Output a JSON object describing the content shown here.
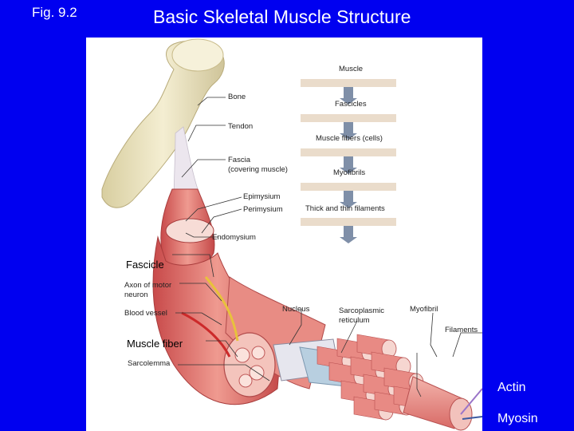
{
  "slide": {
    "fig_label": "Fig. 9.2",
    "title": "Basic Skeletal Muscle Structure"
  },
  "hierarchy": [
    "Muscle",
    "Fascicles",
    "Muscle fibers (cells)",
    "Myofibrils",
    "Thick and thin filaments"
  ],
  "labels": {
    "bone": "Bone",
    "tendon": "Tendon",
    "fascia_line1": "Fascia",
    "fascia_line2": "(covering muscle)",
    "epimysium": "Epimysium",
    "perimysium": "Perimysium",
    "endomysium": "Endomysium",
    "fascicle": "Fascicle",
    "axon_line1": "Axon of motor",
    "axon_line2": "neuron",
    "blood_vessel": "Blood vessel",
    "nucleus": "Nucleus",
    "sarcoplasmic_line1": "Sarcoplasmic",
    "sarcoplasmic_line2": "reticulum",
    "myofibril": "Myofibril",
    "filaments": "Filaments",
    "muscle_fiber": "Muscle fiber",
    "sarcolemma": "Sarcolemma"
  },
  "side_labels": {
    "actin": "Actin",
    "myosin": "Myosin"
  },
  "colors": {
    "background": "#0000f0",
    "panel": "#ffffff",
    "bone": "#efe6c0",
    "muscle": "#e07070",
    "hierarchy_bar": "#eadccb",
    "arrow": "#7f8fa8"
  }
}
